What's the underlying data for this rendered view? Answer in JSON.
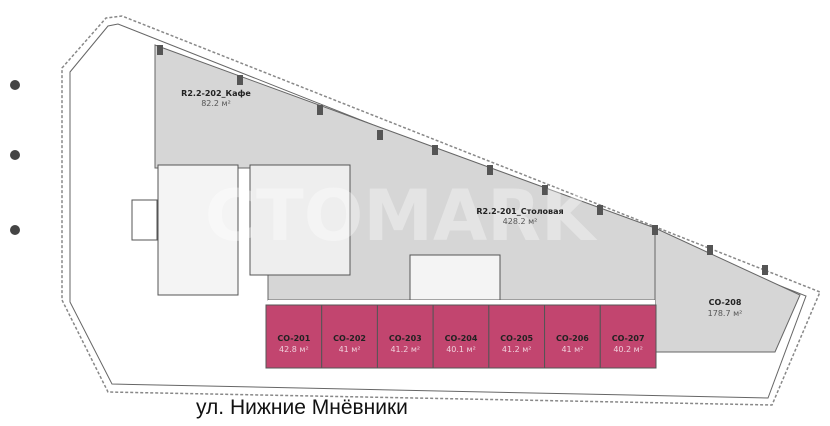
{
  "street_label": "ул. Нижние Мнёвники",
  "watermark": "CTOMARK",
  "colors": {
    "office_fill": "#c2456f",
    "common_fill": "#d6d6d6",
    "wall": "#555555"
  },
  "rooms": [
    {
      "id": "R2.2-202_Кафе",
      "area": "82.2 м²"
    },
    {
      "id": "R2.2-201_Столовая",
      "area": "428.2 м²"
    },
    {
      "id": "CO-208",
      "area": "178.7 м²"
    }
  ],
  "offices": [
    {
      "id": "CO-201",
      "area": "42.8 м²"
    },
    {
      "id": "CO-202",
      "area": "41 м²"
    },
    {
      "id": "CO-203",
      "area": "41.2 м²"
    },
    {
      "id": "CO-204",
      "area": "40.1 м²"
    },
    {
      "id": "CO-205",
      "area": "41.2 м²"
    },
    {
      "id": "CO-206",
      "area": "41 м²"
    },
    {
      "id": "CO-207",
      "area": "40.2 м²"
    }
  ]
}
